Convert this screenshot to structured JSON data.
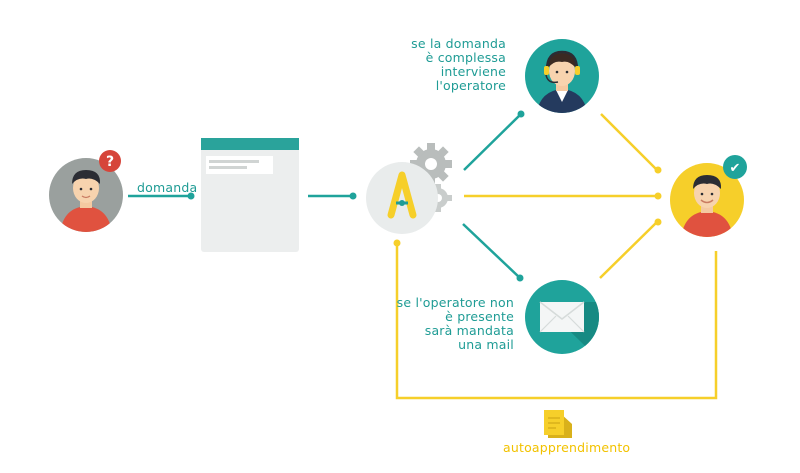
{
  "colors": {
    "teal": "#1fa39b",
    "teal_dark": "#178a83",
    "yellow": "#f6cf2a",
    "grey_circle": "#9aa09e",
    "red_badge": "#d6453a",
    "doc": "#eceeee",
    "doc_header": "#2aa39b"
  },
  "labels": {
    "domanda": "domanda",
    "operatore_note": [
      "se la domanda",
      "è complessa",
      "interviene",
      "l'operatore"
    ],
    "mail_note": [
      "se l'operatore non",
      "è presente",
      "sarà mandata",
      "una mail"
    ],
    "autoapprendimento": "autoapprendimento"
  },
  "badges": {
    "question": "?",
    "check": "✔"
  },
  "icons": {
    "user": "user-avatar-icon",
    "form": "form-document-icon",
    "bot": "bot-gear-icon",
    "operator": "operator-headset-icon",
    "mail": "envelope-icon",
    "result": "satisfied-user-icon",
    "learn": "notepad-folder-icon"
  }
}
